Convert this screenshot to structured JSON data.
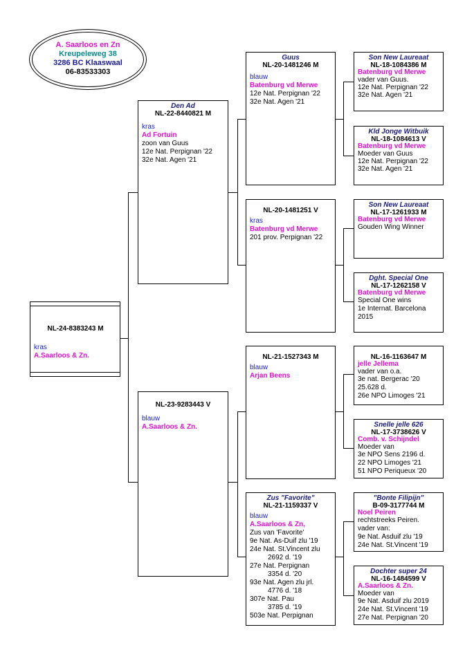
{
  "owner": {
    "name": "A. Saarloos en Zn",
    "street": "Kreupeleweg 38",
    "city": "3286 BC Klaaswaal",
    "phone": "06-83533303",
    "colors": {
      "name": "#e010d0",
      "street": "#0a8a8a",
      "city": "#1a1a9a",
      "phone": "#000000"
    }
  },
  "subject": {
    "ring": "NL-24-8383243 M",
    "color": "kras",
    "breeder": "A.Saarloos & Zn."
  },
  "sire": {
    "name": "Den Ad",
    "ring": "NL-22-8440821 M",
    "color": "kras",
    "breeder": "Ad Fortuin",
    "info": [
      "zoon van Guus",
      "12e Nat. Perpignan '22",
      "32e Nat. Agen '21"
    ]
  },
  "dam": {
    "ring": "NL-23-9283443 V",
    "color": "blauw",
    "breeder": "A.Saarloos & Zn."
  },
  "ss": {
    "name": "Guus",
    "ring": "NL-20-1481246 M",
    "color": "blauw",
    "breeder": "Batenburg vd Merwe",
    "info": [
      "12e Nat. Perpignan '22",
      "32e Nat. Agen '21"
    ]
  },
  "sd": {
    "ring": "NL-20-1481251 V",
    "color": "kras",
    "breeder": "Batenburg vd Merwe",
    "info": [
      "201 prov. Perpignan '22"
    ]
  },
  "ds": {
    "ring": "NL-21-1527343 M",
    "color": "blauw",
    "breeder": "Arjan Beens"
  },
  "dd": {
    "name": "Zus \"Favorite\"",
    "ring": "NL-21-1159337 V",
    "color": "blauw",
    "breeder": "A.Saarloos & Zn,",
    "info": [
      "Zus van 'Favorite'",
      "9e Nat. As-Duif zlu '19",
      "24e Nat. St.Vincent zlu",
      "2692 d. '19",
      "27e Nat. Perpignan",
      "3354 d. '20",
      "93e Nat. Agen zlu jrl.",
      "4776 d. '18",
      "307e Nat. Pau",
      "3785 d. '19",
      "503e Nat. Perpignan"
    ]
  },
  "sss": {
    "name": "Son New Laureaat",
    "ring": "NL-18-1084386 M",
    "breeder": "Batenburg vd Merwe",
    "info": [
      "vader van Guus.",
      "12e Nat. Perpignan '22",
      "32e Nat. Agen '21"
    ]
  },
  "ssd": {
    "name": "Kld Jonge Witbuik",
    "ring": "NL-18-1084613 V",
    "breeder": "Batenburg vd Merwe",
    "info": [
      "Moeder van Guus",
      "12e Nat. Perpignan '22",
      "32e Nat. Agen '21"
    ]
  },
  "sds": {
    "name": "Son New Laureaat",
    "ring": "NL-17-1261933 M",
    "breeder": "Batenburg vd Merwe",
    "info": [
      "Gouden Wing Winner"
    ]
  },
  "sdd": {
    "name": "Dght. Special One",
    "ring": "NL-17-1262158 V",
    "breeder": "Batenburg vd Merwe",
    "info": [
      "Special One wins",
      "1e Internat. Barcelona",
      "2015"
    ]
  },
  "dss": {
    "ring": "NL-16-1163647 M",
    "breeder": "jelle Jellema",
    "info": [
      "vader van o.a.",
      "3e nat. Bergerac '20",
      "25.628 d.",
      "26e NPO Limoges '21"
    ]
  },
  "dsd": {
    "name": "Snelle jelle 626",
    "ring": "NL-17-3738626 V",
    "breeder": "Comb. v. Schijndel",
    "info": [
      "Moeder van",
      "3e NPO Sens 2196 d.",
      "22 NPO Limoges '21",
      "51 NPO Periqueux '20"
    ]
  },
  "dds": {
    "name": "\"Bonte Filipijn\"",
    "ring": "B-09-3177744 M",
    "breeder": "Noel Peiren",
    "info": [
      "rechtstreeks  Peiren.",
      "vader van:",
      "9e Nat. Asduif zlu '19",
      "24e Nat. St.Vincent '19"
    ]
  },
  "ddd": {
    "name": "Dochter super 24",
    "ring": "NL-16-1484599 V",
    "breeder": "A.Saarloos & Zn.",
    "info": [
      "Moeder van",
      "9e Nat. Asduif zlu  2019",
      "24e Nat. St.Vincent '19",
      "27e Nat. Perpignan '20"
    ]
  }
}
